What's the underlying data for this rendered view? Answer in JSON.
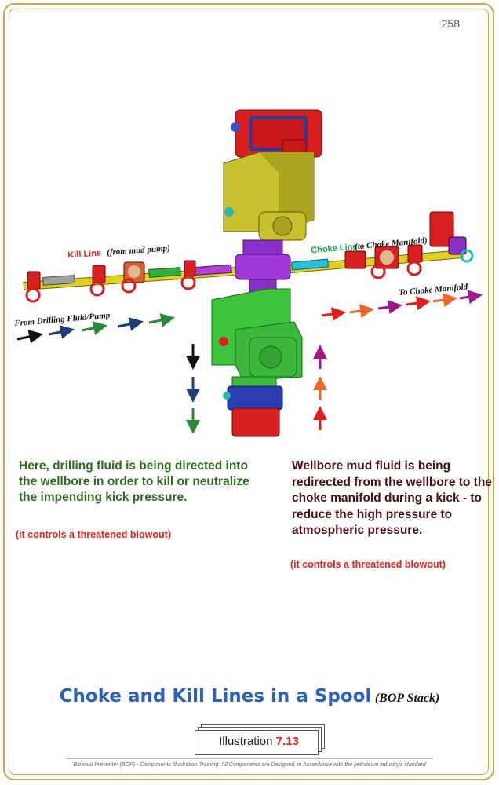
{
  "page_number": "258",
  "labels": {
    "kill_line_main": "Kill Line",
    "kill_line_sub": "(from mud pump)",
    "choke_line_main": "Choke Line",
    "choke_line_sub": "(to Choke Manifold)",
    "to_choke_manifold": "To Choke Manifold",
    "from_drilling_fluid": "From Drilling Fluid/Pump"
  },
  "text_left": {
    "body": "Here, drilling fluid is being directed into the wellbore in order to kill or neutralize the impending kick pressure.",
    "note": "(it controls a threatened blowout)"
  },
  "text_right": {
    "body": "Wellbore mud fluid is being redirected from the wellbore to the choke manifold during a kick - to reduce the high pressure to atmospheric pressure.",
    "note": "(it controls a threatened blowout)"
  },
  "title": {
    "main": "Choke and Kill Lines in a Spool",
    "sub": "(BOP Stack)"
  },
  "illustration": {
    "label": "Illustration",
    "number": "7.13"
  },
  "footer": "Blowout Preventer (BOP) - Components Illustration Training.  All Components are Designed, in Accordance with the petroleum industry's standard",
  "colors": {
    "frame": "#c9a94a",
    "title_blue": "#2a62b8",
    "left_text_green": "#2e6b1f",
    "right_text_maroon": "#4a1010",
    "note_red": "#e8201c",
    "kill_label_red": "#e8201c",
    "choke_label_green": "#1aa64a"
  }
}
